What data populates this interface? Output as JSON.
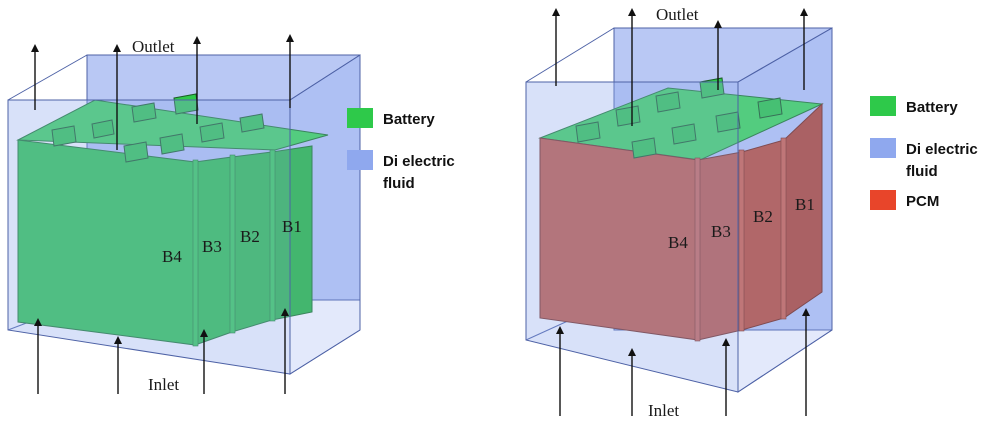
{
  "colors": {
    "battery": "#2ec94a",
    "battery_top": "#3fd85a",
    "battery_side": "#28b640",
    "fluid": "#8fa8ee",
    "fluid_edge": "#5a6fb0",
    "pcm": "#c75a40",
    "pcm_side": "#b24a33",
    "pcm_legend": "#e8452a"
  },
  "left_diagram": {
    "outlet": "Outlet",
    "inlet": "Inlet",
    "cells": [
      "B4",
      "B3",
      "B2",
      "B1"
    ]
  },
  "right_diagram": {
    "outlet": "Outlet",
    "inlet": "Inlet",
    "cells": [
      "B4",
      "B3",
      "B2",
      "B1"
    ]
  },
  "left_legend": [
    {
      "label": "Battery",
      "color_key": "battery"
    },
    {
      "label": "Di electric\nfluid",
      "color_key": "fluid"
    }
  ],
  "right_legend": [
    {
      "label": "Battery",
      "color_key": "battery"
    },
    {
      "label": "Di electric\nfluid",
      "color_key": "fluid"
    },
    {
      "label": "PCM",
      "color_key": "pcm_legend"
    }
  ]
}
